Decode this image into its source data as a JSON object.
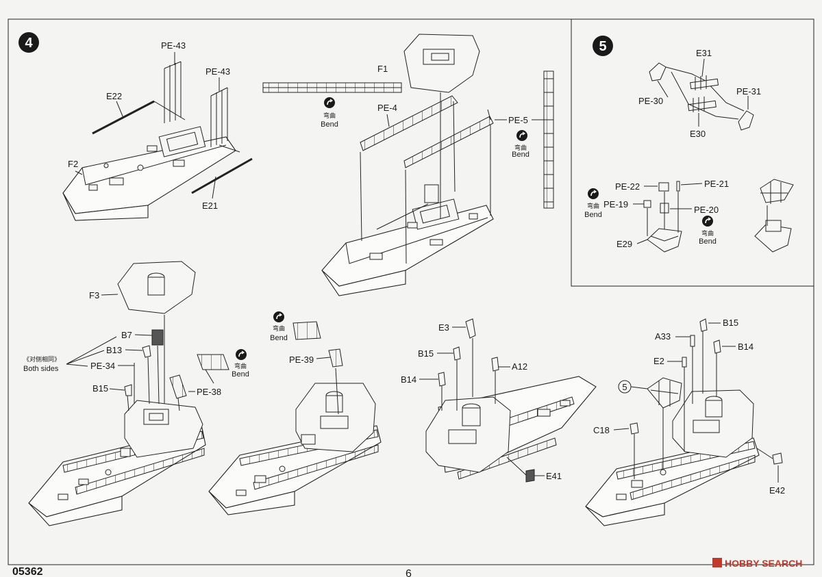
{
  "page": {
    "code": "05362",
    "number": "6",
    "watermark": "HOBBY SEARCH"
  },
  "step4": {
    "number": "4",
    "labels": {
      "pe43a": "PE-43",
      "pe43b": "PE-43",
      "e22": "E22",
      "f2": "F2",
      "e21": "E21",
      "f1": "F1",
      "pe4": "PE-4",
      "pe5": "PE-5",
      "f3": "F3",
      "b7": "B7",
      "b13": "B13",
      "pe34": "PE-34",
      "b15": "B15",
      "pe38": "PE-38",
      "both_cn": "《对侧相同》",
      "both_en": "Both sides",
      "pe39": "PE-39",
      "e3": "E3",
      "b15b": "B15",
      "b14": "B14",
      "a12": "A12",
      "e41": "E41",
      "b15c": "B15",
      "a33": "A33",
      "b14b": "B14",
      "e2": "E2",
      "c18": "C18",
      "e42": "E42",
      "ref5": "5"
    },
    "bend": {
      "cn": "弯曲",
      "en": "Bend"
    }
  },
  "step5": {
    "number": "5",
    "labels": {
      "e31": "E31",
      "pe30": "PE-30",
      "pe31": "PE-31",
      "e30": "E30",
      "pe22": "PE-22",
      "pe21": "PE-21",
      "pe19": "PE-19",
      "pe20": "PE-20",
      "e29": "E29"
    }
  }
}
